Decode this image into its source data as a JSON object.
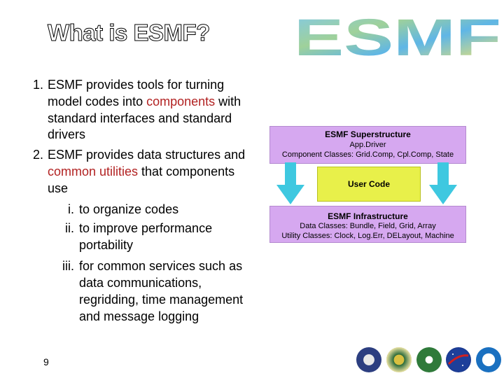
{
  "slide": {
    "title": "What is ESMF?",
    "logo_text": "ESMF",
    "page_number": "9"
  },
  "list": {
    "item1": {
      "number": "1.",
      "lines": [
        {
          "pre": "ESMF provides tools for turning",
          "red": "",
          "post": ""
        },
        {
          "pre": "model codes into ",
          "red": "components",
          "post": " with"
        },
        {
          "pre": "standard interfaces and standard",
          "red": "",
          "post": ""
        },
        {
          "pre": "drivers",
          "red": "",
          "post": ""
        }
      ]
    },
    "item2": {
      "number": "2.",
      "lines": [
        {
          "pre": "ESMF provides data structures and",
          "red": "",
          "post": ""
        },
        {
          "pre": "",
          "red": "common utilities",
          "post": " that components"
        },
        {
          "pre": "use",
          "red": "",
          "post": ""
        }
      ]
    },
    "subitems": [
      {
        "number": "i.",
        "lines": [
          "to organize codes"
        ]
      },
      {
        "number": "ii.",
        "lines": [
          "to improve performance",
          "portability"
        ]
      },
      {
        "number": "iii.",
        "lines": [
          "for common services such as",
          "data communications,",
          "regridding, time management",
          "and message logging"
        ]
      }
    ]
  },
  "diagram": {
    "superstructure": {
      "title": "ESMF Superstructure",
      "line1": "App.Driver",
      "line2": "Component Classes:  Grid.Comp, Cpl.Comp, State"
    },
    "user_code": {
      "title": "User Code"
    },
    "infrastructure": {
      "title": "ESMF Infrastructure",
      "line1": "Data Classes:  Bundle, Field, Grid, Array",
      "line2": "Utility Classes:  Clock, Log.Err, DELayout, Machine"
    },
    "colors": {
      "box": "#d6a8f0",
      "user": "#e8f04a",
      "arrow": "#3ec8e0"
    }
  },
  "seals": [
    "DoD",
    "NSF",
    "DOE",
    "NASA",
    "NOAA"
  ]
}
